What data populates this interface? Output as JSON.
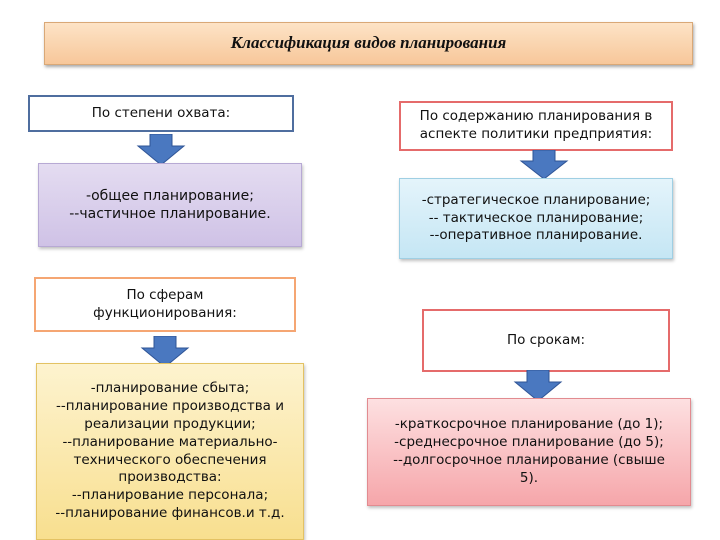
{
  "title": "Классификация видов планирования",
  "left": {
    "coverage_header": "По степени охвата:",
    "coverage_items": "-общее планирование;\n--частичное планирование.",
    "spheres_header": "По сферам\nфункционирования:",
    "spheres_items": "-планирование сбыта;\n--планирование производства и\nреализации продукции;\n--планирование материально-\nтехнического обеспечения\nпроизводства:\n--планирование персонала;\n--планирование финансов.и т.д."
  },
  "right": {
    "content_header": "По содержанию планирования в\nаспекте политики предприятия:",
    "content_items": "-стратегическое планирование;\n-- тактическое планирование;\n--оперативное планирование.",
    "terms_header": "По срокам:",
    "terms_items": "-краткосрочное планирование (до 1);\n-среднесрочное планирование (до 5);\n--долгосрочное планирование (свыше\n5)."
  },
  "colors": {
    "arrow": "#4a78c0",
    "arrow_outline": "#2f5496"
  }
}
